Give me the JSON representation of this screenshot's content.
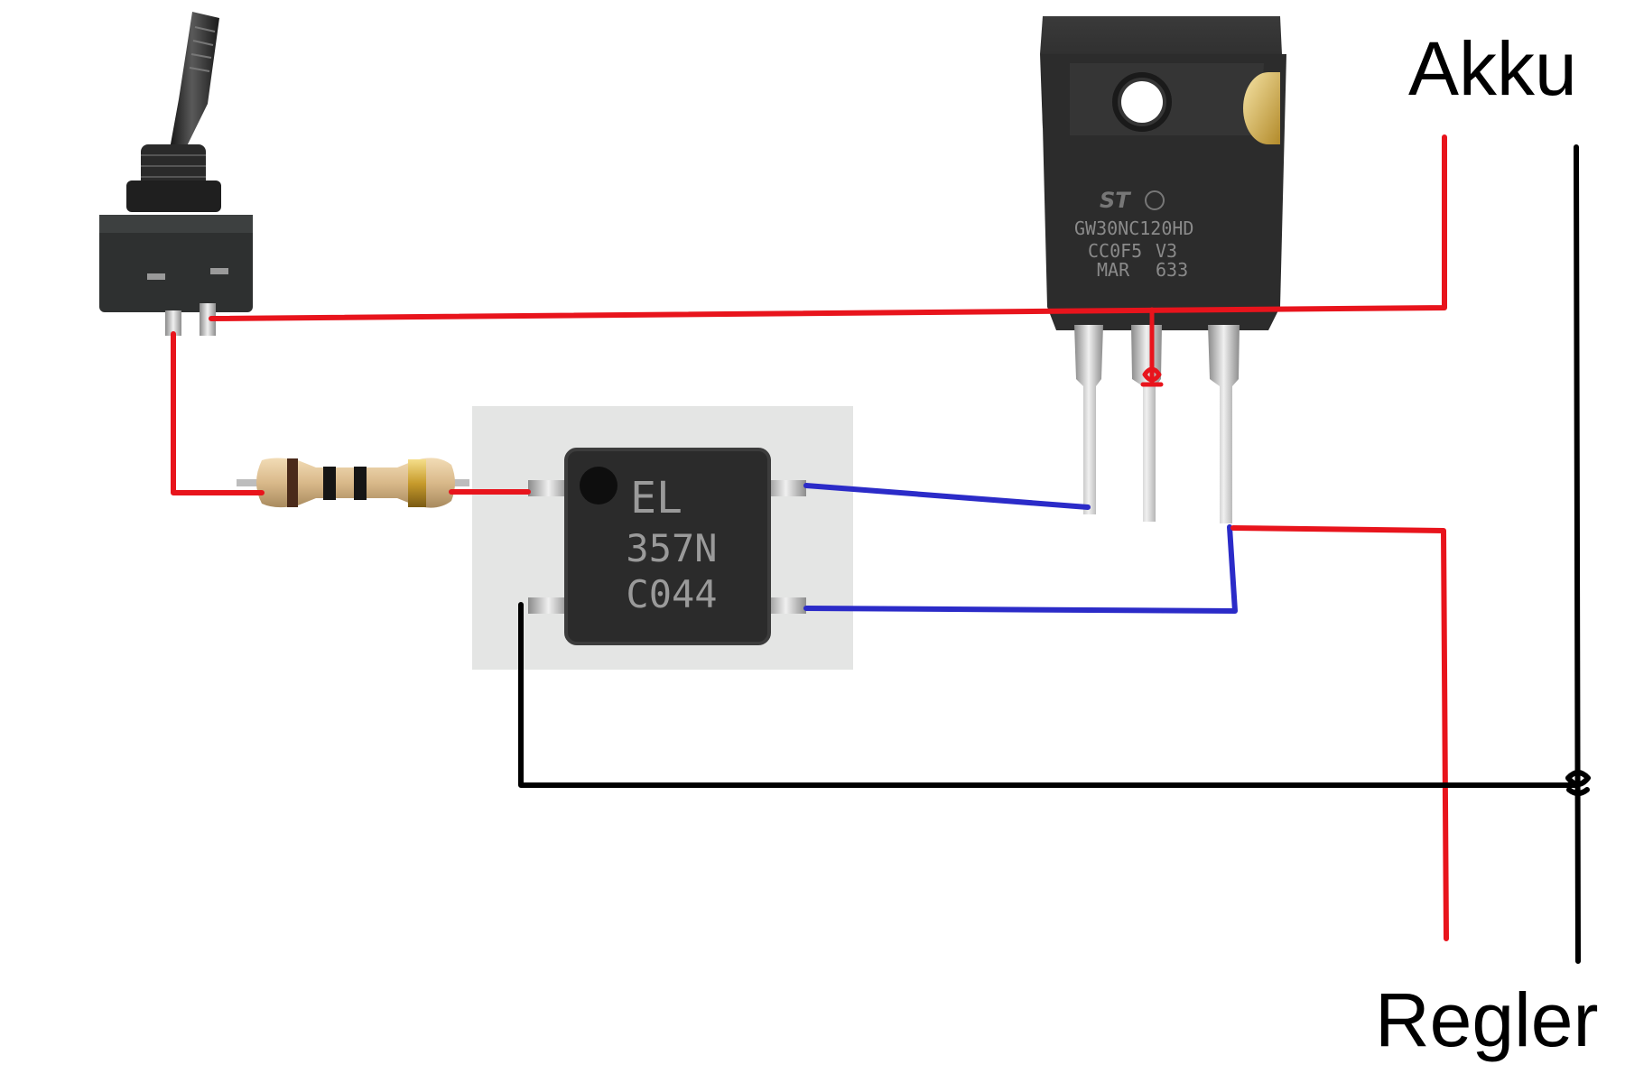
{
  "labels": {
    "battery": "Akku",
    "controller": "Regler"
  },
  "components": {
    "toggle_switch": {
      "kind": "toggle switch"
    },
    "resistor": {
      "kind": "resistor"
    },
    "optocoupler": {
      "marking_line1": "EL",
      "marking_line2": "357N",
      "marking_line3": "C044"
    },
    "igbt": {
      "brand": "ST",
      "marking_line1": "GW30NC120HD",
      "marking_line2": "CC0F5",
      "marking_line2b": "V3",
      "marking_line3": "MAR",
      "marking_line3b": "633"
    }
  },
  "colors": {
    "positive_wire": "#e8141c",
    "signal_wire": "#2b2bc8",
    "ground_wire": "#000000",
    "package_body": "#2b2b2b",
    "background": "#ffffff"
  }
}
